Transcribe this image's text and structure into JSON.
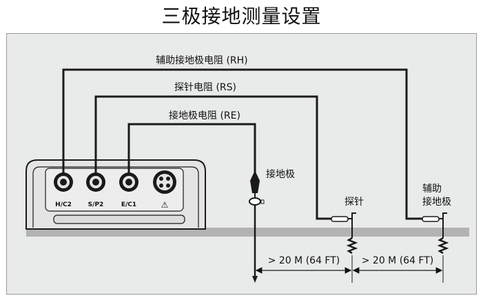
{
  "title": "三极接地测量设置",
  "wires": {
    "rh_label": "辅助接地极电阻 (RH)",
    "rs_label": "探针电阻 (RS)",
    "re_label": "接地极电阻 (RE)"
  },
  "terminals": {
    "hc2": "H/C2",
    "sp2": "S/P2",
    "ec1": "E/C1",
    "warning": "⚠"
  },
  "electrodes": {
    "ground_electrode": "接地极",
    "probe": "探针",
    "aux_line1": "辅助",
    "aux_line2": "接地极"
  },
  "distances": {
    "d1": "> 20 M (64 FT)",
    "d2": "> 20 M (64 FT)"
  },
  "colors": {
    "panel_bg": "#e9eaea",
    "ground_strip": "#b3b3b3",
    "wire": "#1a1a1a",
    "instrument_body": "#e4e4e4"
  }
}
